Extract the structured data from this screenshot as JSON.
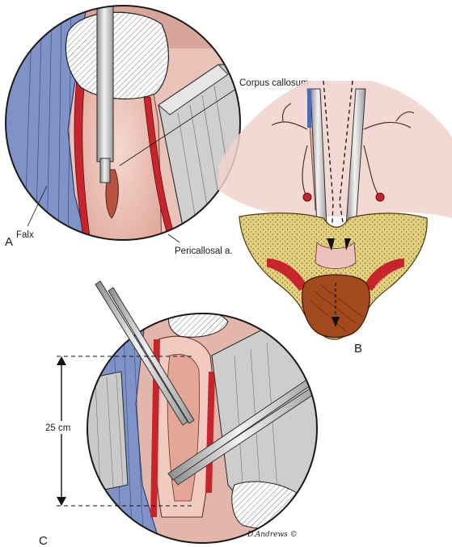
{
  "panels": {
    "a": "A",
    "b": "B",
    "c": "C"
  },
  "labels": {
    "corpus_callosum": "Corpus callosum",
    "falx": "Falx",
    "pericallosal": "Pericallosal a.",
    "measure": "25 cm"
  },
  "signature": "D.Andrews ©",
  "colors": {
    "falx_blue": "#7f93c9",
    "artery_red": "#c8242b",
    "tissue_pink": "#e9b7ac",
    "retractor_gray": "#c9c9c9",
    "white_matter": "#e0cf7d",
    "ventricle_brown": "#a24a1d"
  }
}
